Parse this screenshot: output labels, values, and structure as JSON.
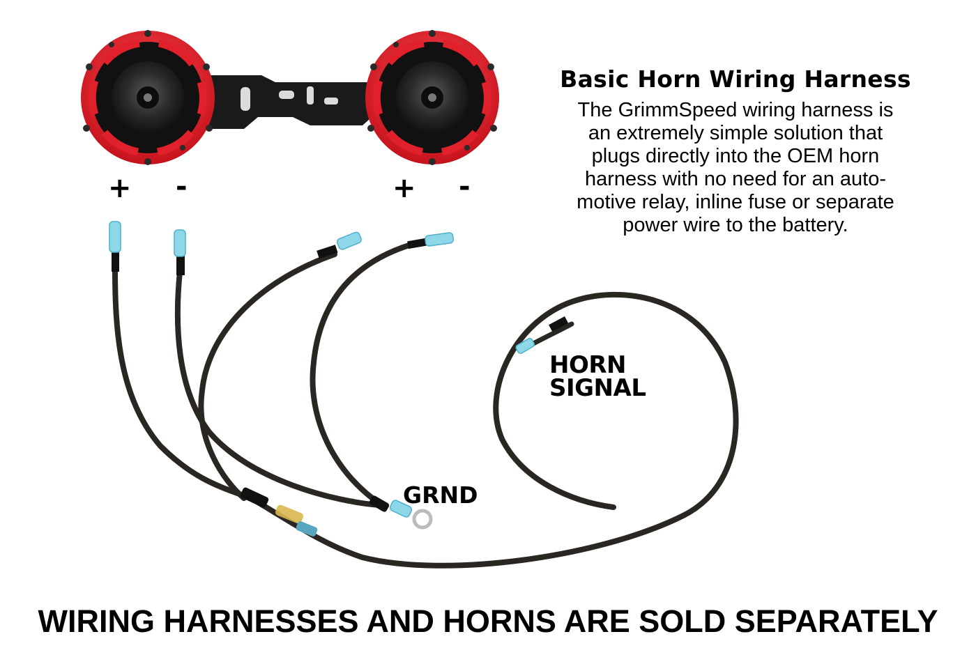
{
  "title": "Basic Horn Wiring Harness",
  "description": "The GrimmSpeed wiring harness is\nan extremely simple solution that\nplugs directly into the OEM horn\nharness with no need for an auto-\nmotive relay, inline fuse or separate\npower wire to the battery.",
  "polarity": {
    "left_plus": "+",
    "left_minus": "-",
    "right_plus": "+",
    "right_minus": "-"
  },
  "labels": {
    "horn_signal": "HORN\nSIGNAL",
    "ground": "GRND"
  },
  "footer": "WIRING HARNESSES AND HORNS ARE SOLD SEPARATELY",
  "colors": {
    "horn_red": "#e0202a",
    "horn_dark": "#1c1c1c",
    "wire": "#2a2622",
    "connector": "#7fd3e6",
    "text": "#000000"
  }
}
